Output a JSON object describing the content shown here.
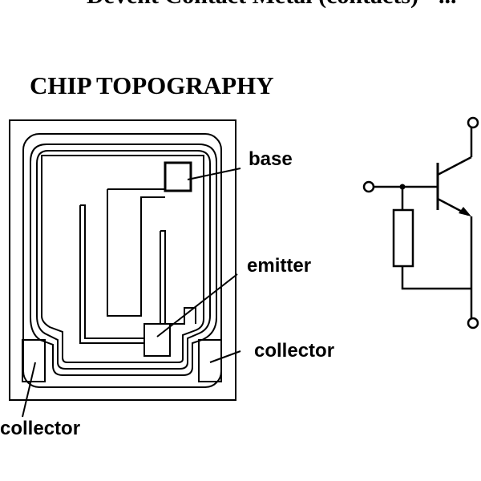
{
  "header": {
    "text": "Devent Contact Metal (contacts) - ..."
  },
  "title": "CHIP TOPOGRAPHY",
  "labels": {
    "base": "base",
    "emitter": "emitter",
    "collector_right": "collector",
    "collector_left": "collector"
  }
}
